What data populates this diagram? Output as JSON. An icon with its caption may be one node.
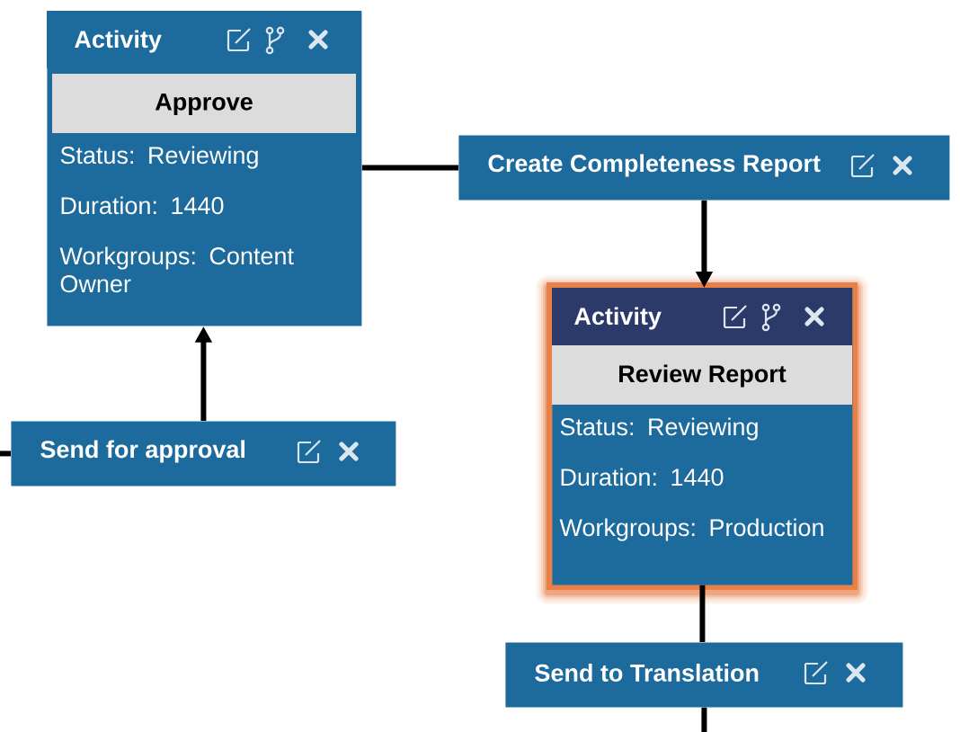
{
  "diagram": {
    "nodes": [
      {
        "text": [
          "Activity",
          "Approve",
          "Status: Reviewing",
          "Duration: 1440",
          "Workgroups: Content Owner"
        ]
      },
      {
        "text": [
          "Create Completeness Report"
        ]
      },
      {
        "text": [
          "Activity",
          "Review Report",
          "Status: Reviewing",
          "Duration: 1440",
          "Workgroups: Production"
        ]
      },
      {
        "text": [
          "Send for approval"
        ]
      },
      {
        "text": [
          "Send to Translation"
        ]
      }
    ],
    "edges": [
      {
        "from": 0,
        "to": 1,
        "arrow": "none"
      },
      {
        "from": 1,
        "to": 2,
        "arrow": "to"
      },
      {
        "from": 3,
        "to": 0,
        "arrow": "to"
      },
      {
        "from": 2,
        "to": 4,
        "arrow": "none"
      },
      {
        "from": null,
        "to": 3,
        "arrow": "none"
      },
      {
        "from": 4,
        "to": null,
        "arrow": "none"
      }
    ]
  }
}
